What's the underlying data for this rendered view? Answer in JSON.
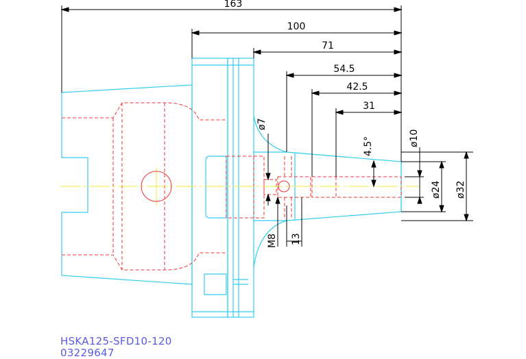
{
  "drawing": {
    "dimensions": {
      "overall_length": "163",
      "flange_to_tip": "100",
      "nose_to_tip": "71",
      "body_to_tip": "54.5",
      "taper_to_tip": "42.5",
      "bore_depth": "31",
      "hole_dia_7": "ø7",
      "thread": "M8",
      "thread_length": "13",
      "taper_angle": "4.5°",
      "bore_dia_10": "ø10",
      "tip_dia_24": "ø24",
      "body_dia_32": "ø32"
    },
    "title": {
      "model": "HSKA125-SFD10-120",
      "code": "03229647"
    }
  },
  "colors": {
    "outline": "#33ccee",
    "hidden": "#ee3333",
    "centerline": "#eeee33",
    "dimension": "#000000",
    "title": "#5a5ae0"
  }
}
